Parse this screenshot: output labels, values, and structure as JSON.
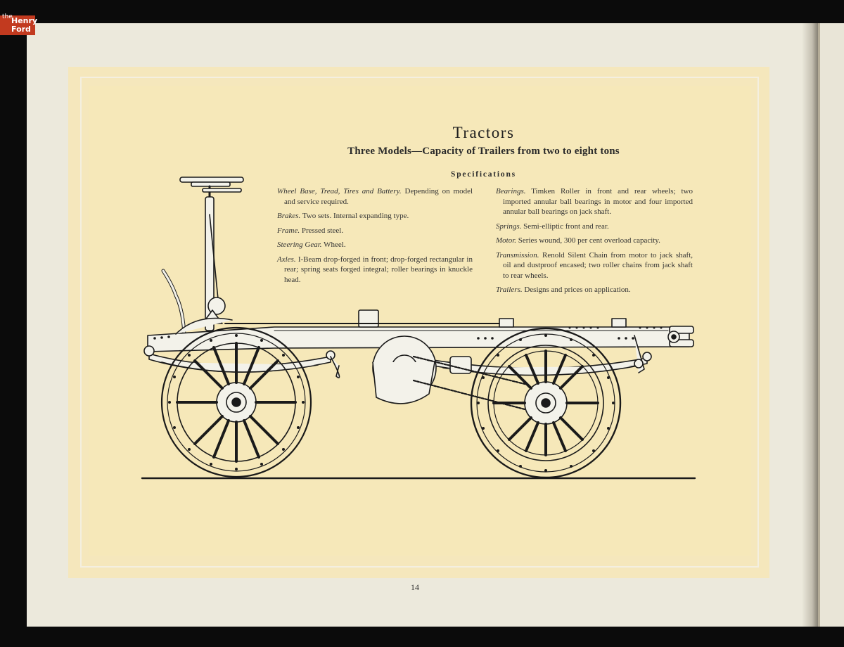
{
  "logo": {
    "line1": "the",
    "line2": "Henry",
    "line3": "Ford"
  },
  "title": "Tractors",
  "subtitle": "Three Models—Capacity of Trailers from two to eight tons",
  "specifications_heading": "Specifications",
  "specs_left": [
    {
      "term": "Wheel Base, Tread, Tires and Battery.",
      "text": "Depending on model and service required."
    },
    {
      "term": "Brakes.",
      "text": "Two sets. Internal expanding type."
    },
    {
      "term": "Frame.",
      "text": "Pressed steel."
    },
    {
      "term": "Steering Gear.",
      "text": "Wheel."
    },
    {
      "term": "Axles.",
      "text": "I-Beam drop-forged in front; drop-forged rectangular in rear; spring seats forged integral; roller bearings in knuckle head."
    }
  ],
  "specs_right": [
    {
      "term": "Bearings.",
      "text": "Timken Roller in front and rear wheels; two imported annular ball bearings in motor and four imported annular ball bearings on jack shaft."
    },
    {
      "term": "Springs.",
      "text": "Semi-elliptic front and rear."
    },
    {
      "term": "Motor.",
      "text": "Series wound, 300 per cent overload capacity."
    },
    {
      "term": "Transmission.",
      "text": "Renold Silent Chain from motor to jack shaft, oil and dustproof encased; two roller chains from jack shaft to rear wheels."
    },
    {
      "term": "Trailers.",
      "text": "Designs and prices on application."
    }
  ],
  "page_number": "14",
  "colors": {
    "panel": "#f6e8b9",
    "paper": "#ece9dc",
    "logo": "#c23a1f",
    "ink": "#1f1f1f"
  }
}
